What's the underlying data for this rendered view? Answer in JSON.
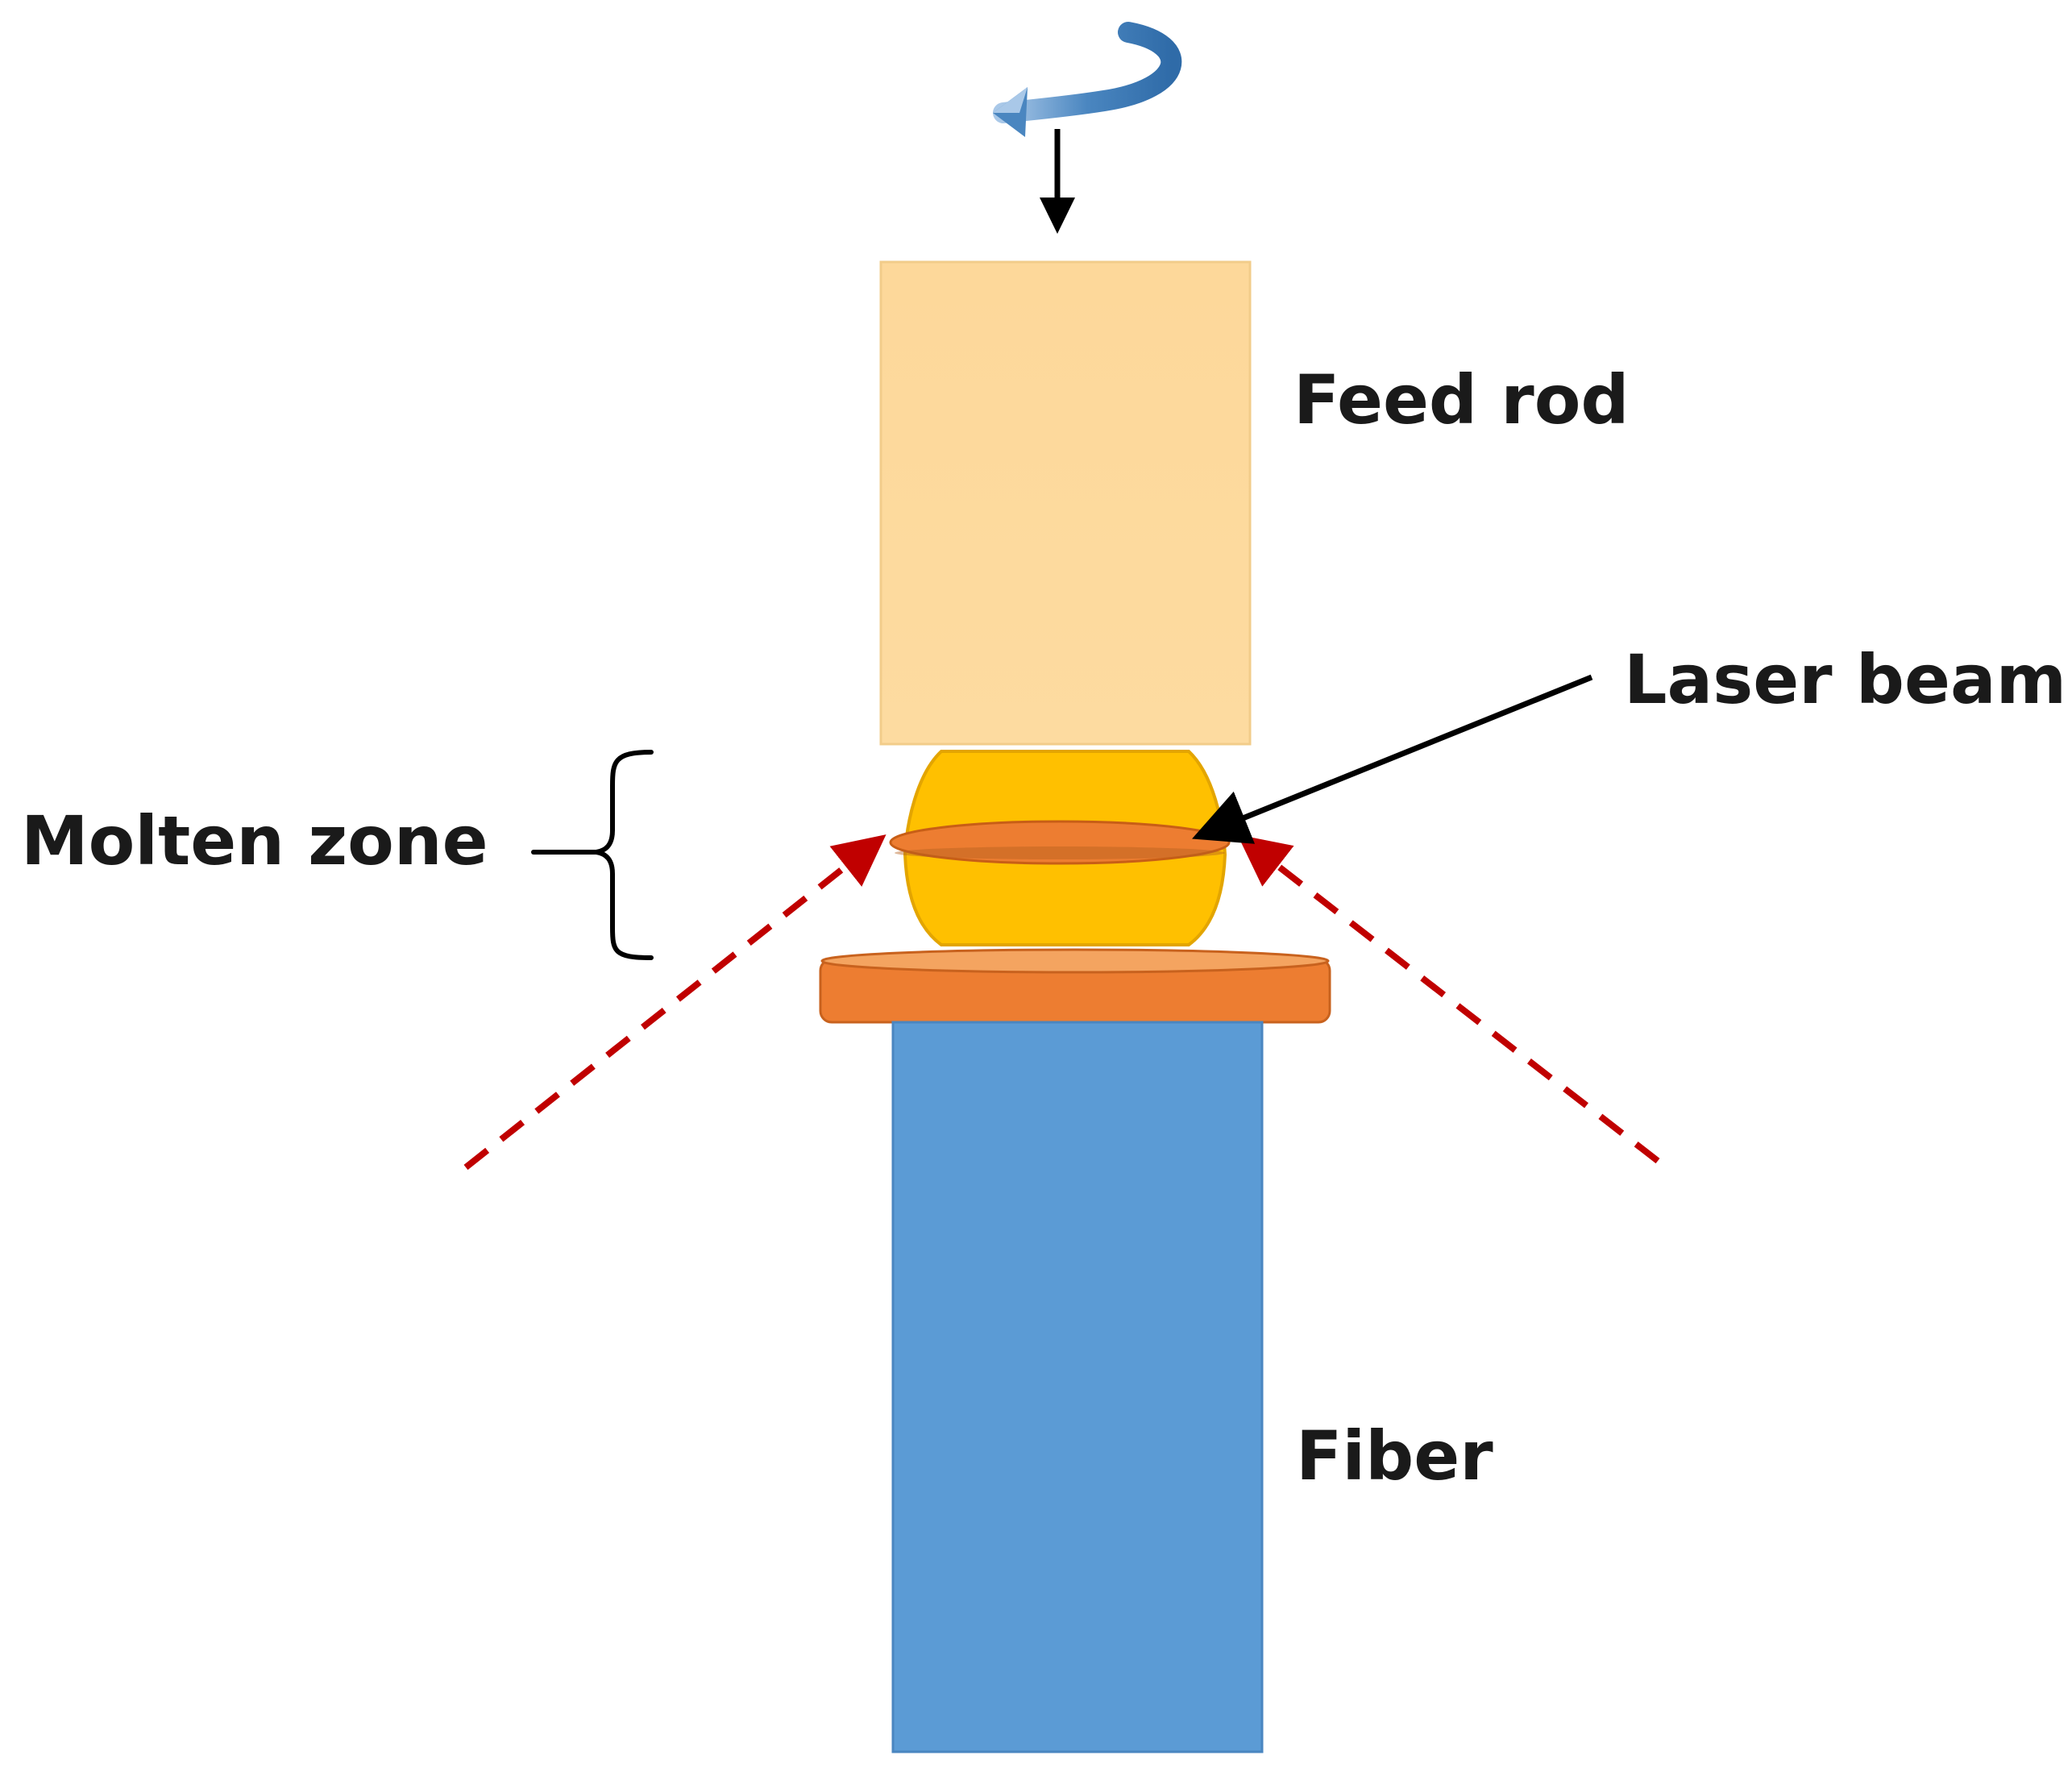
{
  "labels": {
    "feed_rod": "Feed rod",
    "laser_beam": "Laser beam",
    "molten_zone": "Molten zone",
    "fiber": "Fiber"
  },
  "icons": {
    "rotation": "rotation-arrow-icon",
    "feed_direction": "down-arrow-icon"
  },
  "colors": {
    "feed_rod": "#FDDB9A",
    "molten_zone": "#FFC000",
    "molten_zone_edge": "#E3A500",
    "laser_band": "#ED7D31",
    "seed_disk": "#ED7D31",
    "fiber": "#5B9BD5",
    "laser_rays": "#C00000",
    "rotation_arrow": "#4A86C0",
    "text": "#1a1a1a"
  }
}
